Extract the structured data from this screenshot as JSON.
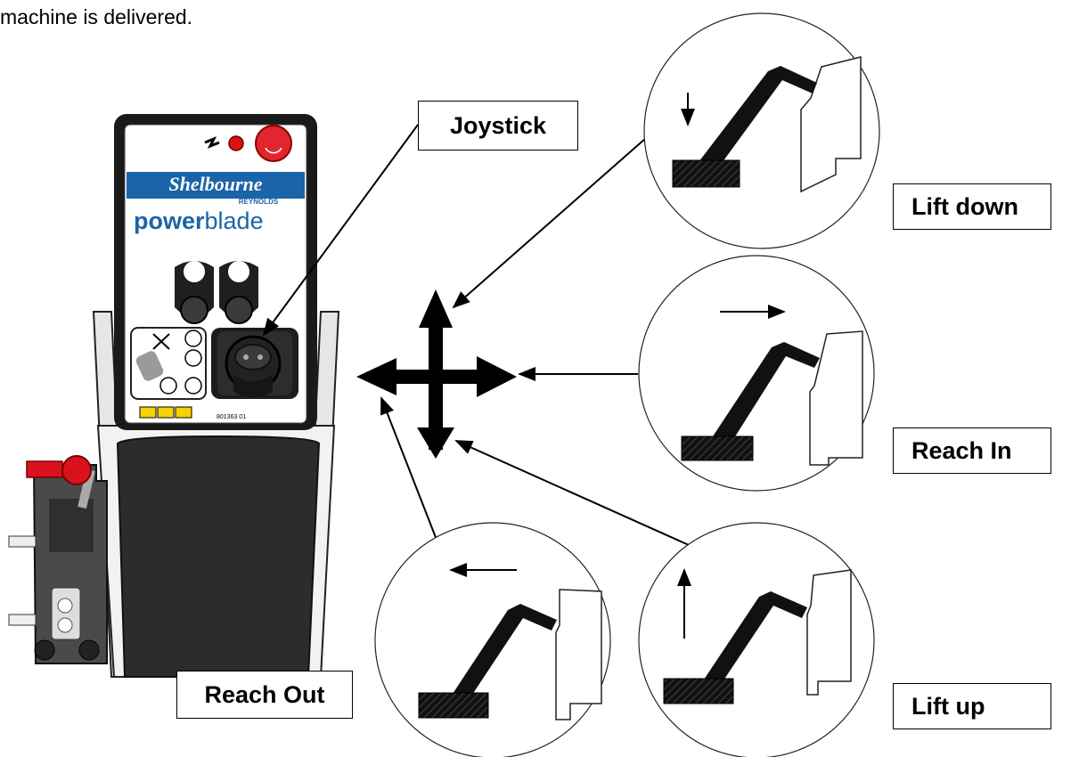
{
  "intro_text": "machine is delivered.",
  "callouts": {
    "joystick": "Joystick",
    "lift_down": "Lift down",
    "reach_in": "Reach In",
    "lift_up": "Lift up",
    "reach_out": "Reach Out"
  },
  "panel": {
    "brand": "Shelbourne",
    "brand_sub": "REYNOLDS",
    "product_bold": "power",
    "product_light": "blade",
    "part_number": "801363 01"
  },
  "colors": {
    "brand_blue": "#1b64a8",
    "stop_red": "#e1262d",
    "lever_red": "#d9121d"
  },
  "icons": [
    "direction-arrows-icon",
    "lightning-icon",
    "indicator-light-icon",
    "emergency-stop-icon"
  ]
}
